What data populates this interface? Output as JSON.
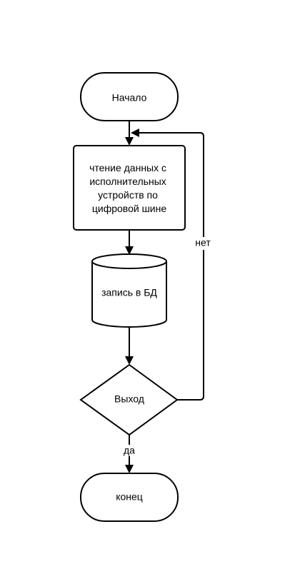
{
  "diagram": {
    "start": {
      "label": "Начало"
    },
    "read": {
      "lines": [
        "чтение данных с",
        "исполнительных",
        "устройств по",
        "цифровой шине"
      ]
    },
    "db": {
      "label": "запись в БД"
    },
    "decision": {
      "label": "Выход"
    },
    "end": {
      "label": "конец"
    },
    "edges": {
      "no_label": "нет",
      "yes_label": "да"
    }
  }
}
